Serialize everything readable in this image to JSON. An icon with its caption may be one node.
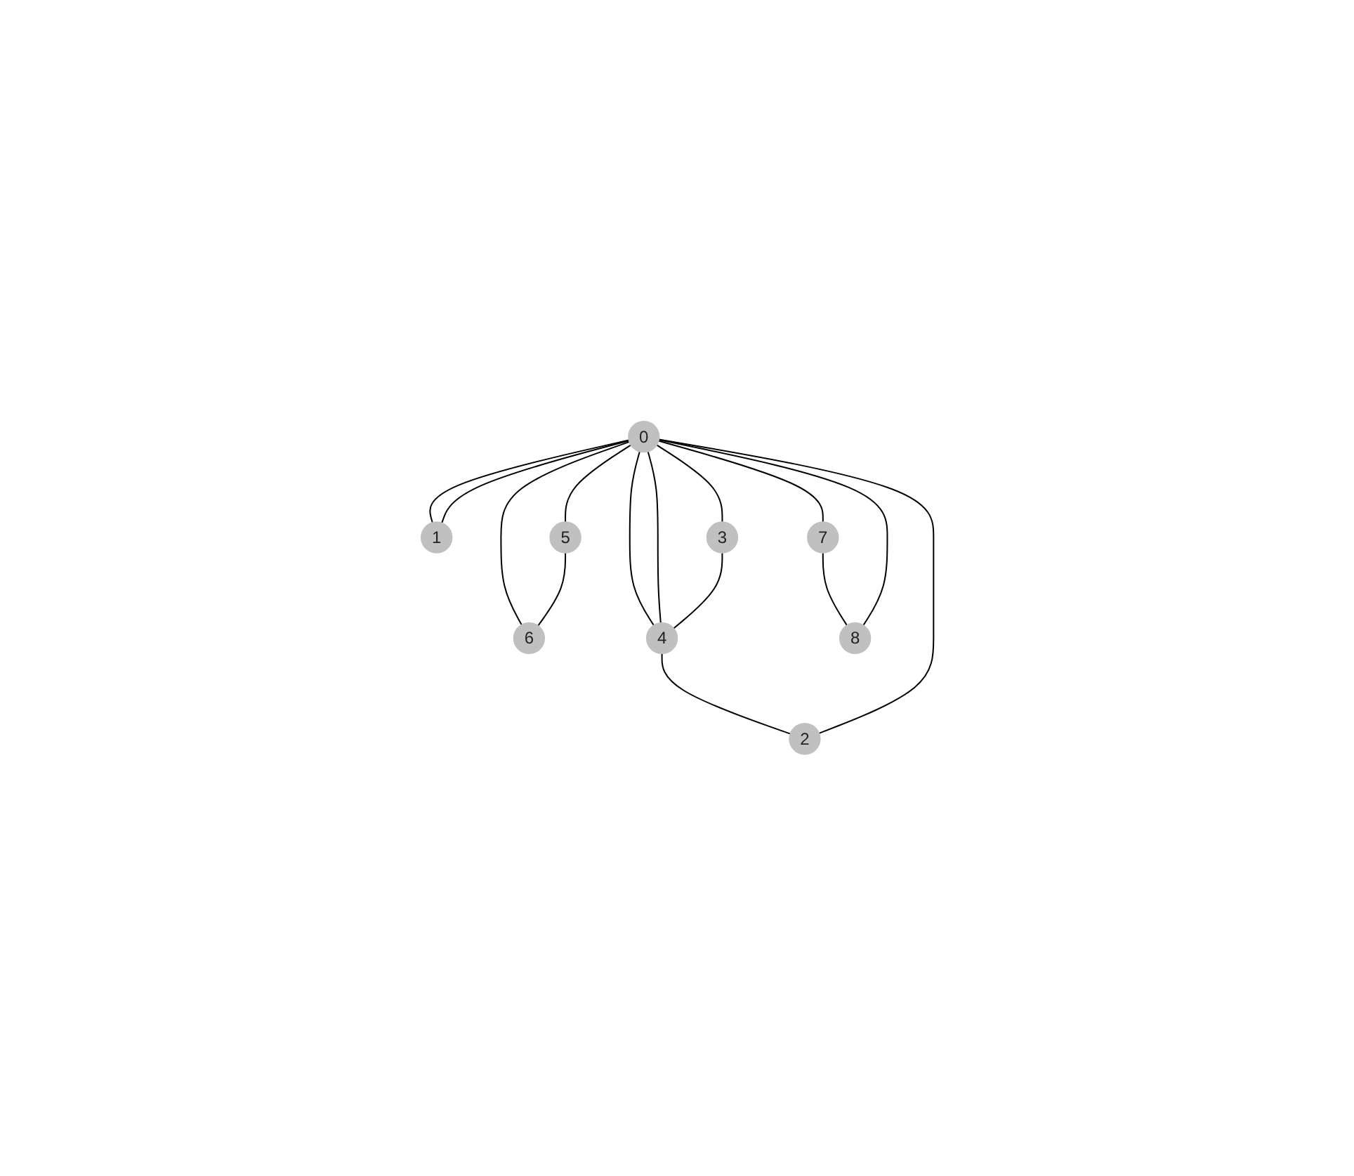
{
  "diagram": {
    "nodes": [
      {
        "text": [
          "6"
        ]
      },
      {
        "text": [
          "1"
        ]
      },
      {
        "text": [
          "5"
        ]
      },
      {
        "text": [
          "0"
        ]
      },
      {
        "text": [
          "3"
        ]
      },
      {
        "text": [
          "7"
        ]
      },
      {
        "text": [
          "4"
        ]
      },
      {
        "text": [
          "2"
        ]
      },
      {
        "text": [
          "8"
        ]
      }
    ],
    "edges": [
      {
        "from": 3,
        "to": 1,
        "arrow": "none"
      },
      {
        "from": 3,
        "to": 1,
        "arrow": "none"
      },
      {
        "from": 3,
        "to": 2,
        "arrow": "none"
      },
      {
        "from": 3,
        "to": 0,
        "arrow": "none"
      },
      {
        "from": 2,
        "to": 0,
        "arrow": "none"
      },
      {
        "from": 3,
        "to": 4,
        "arrow": "none"
      },
      {
        "from": 3,
        "to": 6,
        "arrow": "none"
      },
      {
        "from": 3,
        "to": 6,
        "arrow": "none"
      },
      {
        "from": 4,
        "to": 6,
        "arrow": "none"
      },
      {
        "from": 6,
        "to": 7,
        "arrow": "none"
      },
      {
        "from": 3,
        "to": 7,
        "arrow": "none"
      },
      {
        "from": 3,
        "to": 5,
        "arrow": "none"
      },
      {
        "from": 5,
        "to": 8,
        "arrow": "none"
      },
      {
        "from": 3,
        "to": 8,
        "arrow": "none"
      }
    ]
  }
}
